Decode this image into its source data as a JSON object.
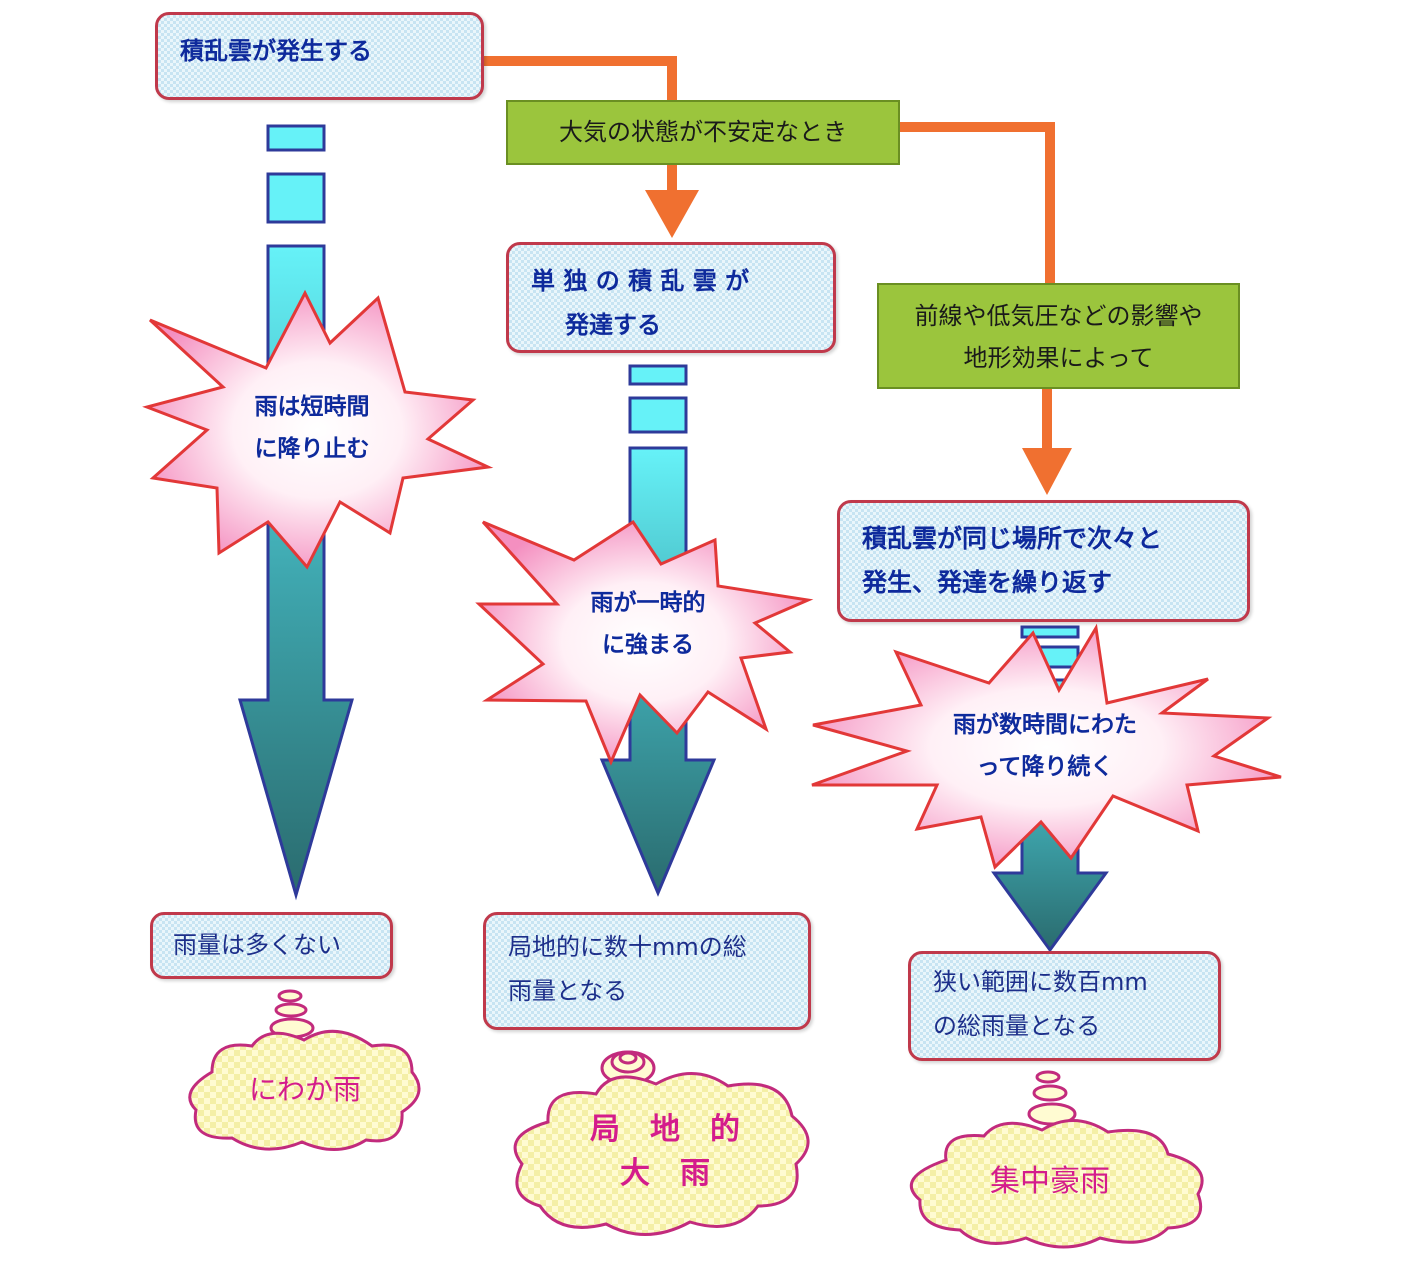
{
  "colors": {
    "connector": "#f07030",
    "box_border": "#c0394b",
    "box_text": "#0e2a9c",
    "condition_fill": "#9bc53d",
    "star_border": "#e23838",
    "cloud_border": "#c22b7d",
    "cloud_text": "#d41c8c"
  },
  "start": {
    "text": "積乱雲が発生する"
  },
  "condition_top": {
    "text": "大気の状態が不安定なとき"
  },
  "condition_right": {
    "line1": "前線や低気圧などの影響や",
    "line2": "地形効果によって"
  },
  "col1": {
    "star": {
      "line1": "雨は短時間",
      "line2": "に降り止む"
    },
    "result": {
      "text": "雨量は多くない"
    },
    "cloud": {
      "text": "にわか雨"
    }
  },
  "col2": {
    "box": {
      "line1": "単 独 の 積 乱 雲 が",
      "line2": "発達する"
    },
    "star": {
      "line1": "雨が一時的",
      "line2": "に強まる"
    },
    "result": {
      "line1": "局地的に数十mmの総",
      "line2": "雨量となる"
    },
    "cloud": {
      "line1": "局　地　的",
      "line2": "大　雨"
    }
  },
  "col3": {
    "box": {
      "line1": "積乱雲が同じ場所で次々と",
      "line2": "発生、発達を繰り返す"
    },
    "star": {
      "line1": "雨が数時間にわた",
      "line2": "って降り続く"
    },
    "result": {
      "line1": "狭い範囲に数百mm",
      "line2": "の総雨量となる"
    },
    "cloud": {
      "text": "集中豪雨"
    }
  }
}
